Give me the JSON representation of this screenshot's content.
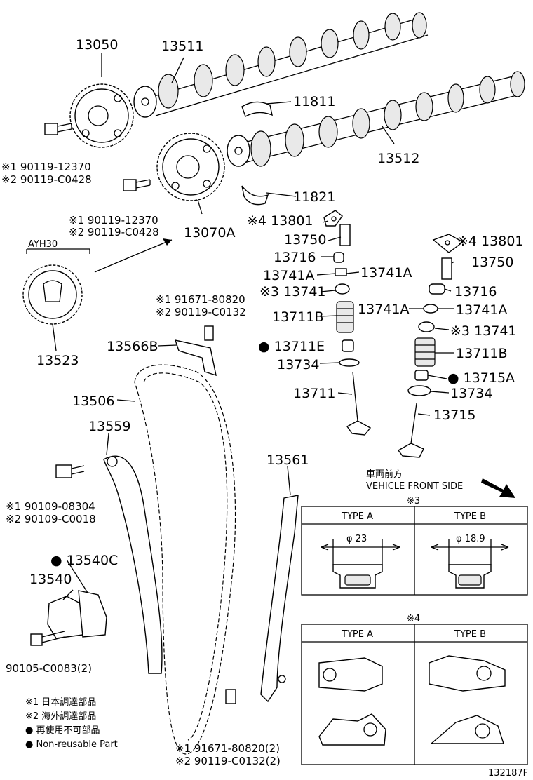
{
  "labels": {
    "p13050": "13050",
    "p13511": "13511",
    "p11811": "11811",
    "p13512": "13512",
    "bolt1a": "※1 90119-12370",
    "bolt1b": "※2 90119-C0428",
    "bolt2a": "※1 90119-12370",
    "bolt2b": "※2 90119-C0428",
    "p13070A": "13070A",
    "p11821": "11821",
    "ayh30": "AYH30",
    "p13523": "13523",
    "p13801a": "※4 13801",
    "p13750a": "13750",
    "p13716a": "13716",
    "p13741Aa1": "13741A",
    "p13741Aa2": "13741A",
    "p13741a": "※3 13741",
    "p13711Ba": "13711B",
    "p13711E": "● 13711E",
    "p13734a": "13734",
    "p13711": "13711",
    "p13801b": "※4 13801",
    "p13750b": "13750",
    "p13716b": "13716",
    "p13741Ab1": "13741A",
    "p13741Ab2": "13741A",
    "p13741b": "※3 13741",
    "p13711Bb": "13711B",
    "p13715A": "● 13715A",
    "p13734b": "13734",
    "p13715": "13715",
    "bolt3a": "※1 91671-80820",
    "bolt3b": "※2 90119-C0132",
    "p13566B": "13566B",
    "p13506": "13506",
    "p13559": "13559",
    "p13561": "13561",
    "bolt4a": "※1 90109-08304",
    "bolt4b": "※2 90109-C0018",
    "p13540C": "● 13540C",
    "p13540": "13540",
    "bolt5": "90105-C0083(2)",
    "bolt6a": "※1 91671-80820(2)",
    "bolt6b": "※2 90119-C0132(2)",
    "front_jp": "車両前方",
    "front_en": "VEHICLE FRONT SIDE",
    "diagram_id": "132187F"
  },
  "box3": {
    "mark": "※3",
    "type_a": "TYPE A",
    "type_b": "TYPE B",
    "dim_a": "φ 23",
    "dim_b": "φ 18.9"
  },
  "box4": {
    "mark": "※4",
    "type_a": "TYPE A",
    "type_b": "TYPE B"
  },
  "legend": {
    "l1": "※1 日本調達部品",
    "l2": "※2 海外調達部品",
    "l3": "● 再使用不可部品",
    "l4": "● Non-reusable Part"
  }
}
